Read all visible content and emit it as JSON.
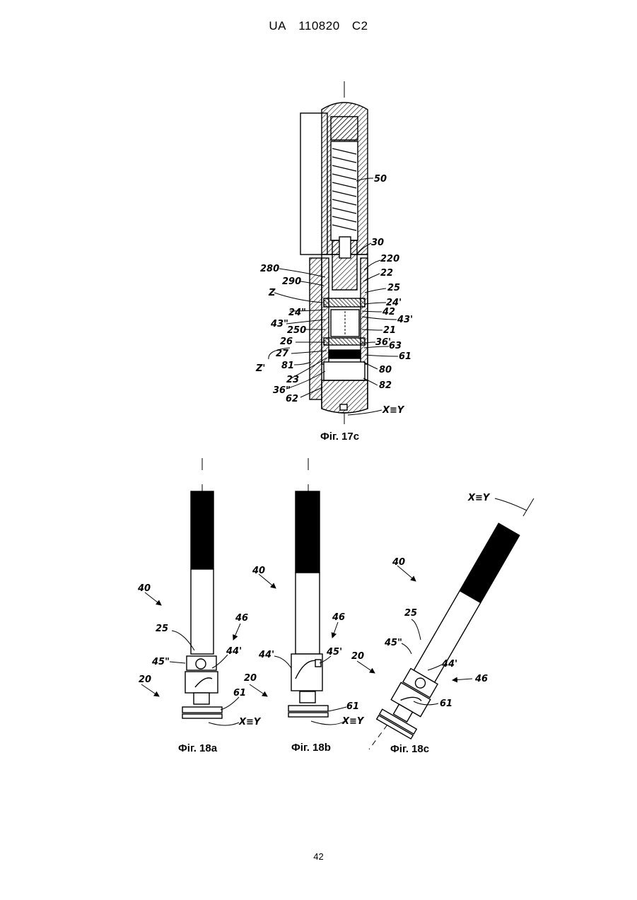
{
  "header": {
    "country": "UA",
    "number": "110820",
    "kind": "C2"
  },
  "page_number": "42",
  "fig17c": {
    "caption": "Фіг. 17с",
    "labels": {
      "l50": "50",
      "l30": "30",
      "l220": "220",
      "l22": "22",
      "l25": "25",
      "l24p": "24'",
      "l42": "42",
      "l43p": "43'",
      "l21": "21",
      "l36p": "36'",
      "l63": "63",
      "l61": "61",
      "l80": "80",
      "l82": "82",
      "lxy": "X≡Y",
      "l280": "280",
      "l290": "290",
      "lz": "Z",
      "l24pp": "24\"",
      "l43pp": "43\"",
      "l250": "250",
      "l26": "26",
      "l27": "27",
      "lzp": "Z'",
      "l81": "81",
      "l23": "23",
      "l36pp": "36\"",
      "l62": "62"
    }
  },
  "fig18a": {
    "caption": "Фіг. 18а",
    "labels": {
      "l40": "40",
      "l25": "25",
      "l46": "46",
      "l45pp": "45\"",
      "l44p": "44'",
      "l20": "20",
      "l61": "61",
      "lxy": "X≡Y"
    }
  },
  "fig18b": {
    "caption": "Фіг. 18b",
    "labels": {
      "l40": "40",
      "l46": "46",
      "l44p": "44'",
      "l45p": "45'",
      "l20": "20",
      "l61": "61",
      "lxy": "X≡Y"
    }
  },
  "fig18c": {
    "caption": "Фіг. 18с",
    "labels": {
      "lxy": "X≡Y",
      "l40": "40",
      "l25": "25",
      "l45pp": "45\"",
      "l44p": "44'",
      "l20": "20",
      "l46": "46",
      "l61": "61"
    }
  }
}
